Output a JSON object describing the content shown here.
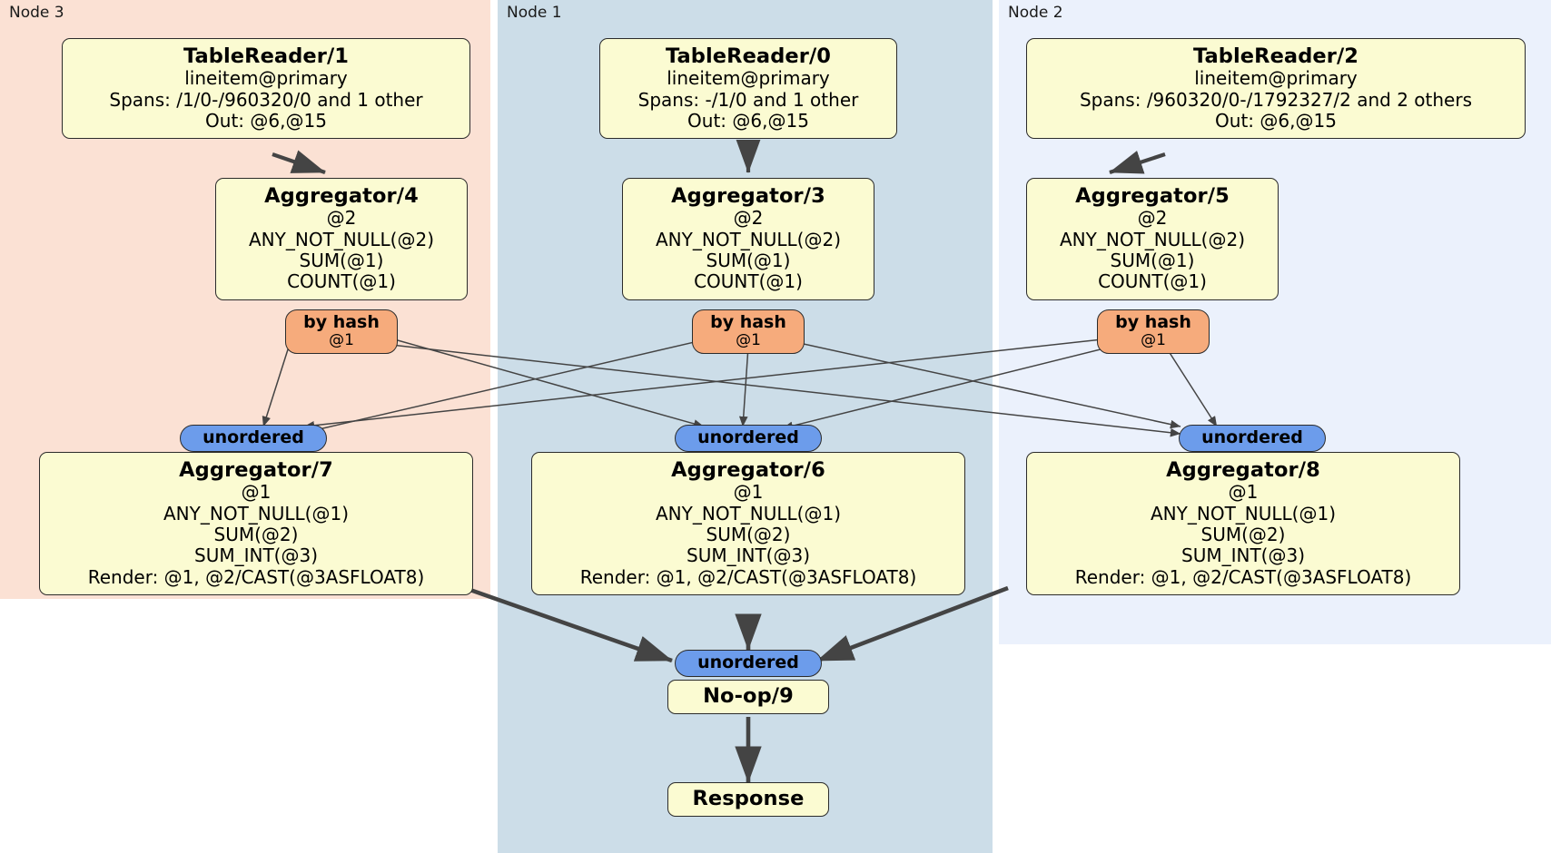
{
  "diagram": {
    "type": "distributed-query-plan",
    "title": "",
    "node_panels": [
      {
        "id": "node3",
        "label": "Node 3",
        "color": "#fbe1d4"
      },
      {
        "id": "node1",
        "label": "Node 1",
        "color": "#ccdde8"
      },
      {
        "id": "node2",
        "label": "Node 2",
        "color": "#ebf1fc"
      }
    ],
    "colors": {
      "processor_box": "#fbfbd2",
      "hash_router": "#f6ab7c",
      "unordered_synchronizer": "#6c9ceb",
      "edge": "#444444",
      "border": "#2b2b2b"
    },
    "processors": {
      "table_reader_1": {
        "title": "TableReader/1",
        "lines": [
          "lineitem@primary",
          "Spans: /1/0-/960320/0 and 1 other",
          "Out: @6,@15"
        ]
      },
      "table_reader_0": {
        "title": "TableReader/0",
        "lines": [
          "lineitem@primary",
          "Spans: -/1/0 and 1 other",
          "Out: @6,@15"
        ]
      },
      "table_reader_2": {
        "title": "TableReader/2",
        "lines": [
          "lineitem@primary",
          "Spans: /960320/0-/1792327/2 and 2 others",
          "Out: @6,@15"
        ]
      },
      "aggregator_4": {
        "title": "Aggregator/4",
        "lines": [
          "@2",
          "ANY_NOT_NULL(@2)",
          "SUM(@1)",
          "COUNT(@1)"
        ]
      },
      "aggregator_3": {
        "title": "Aggregator/3",
        "lines": [
          "@2",
          "ANY_NOT_NULL(@2)",
          "SUM(@1)",
          "COUNT(@1)"
        ]
      },
      "aggregator_5": {
        "title": "Aggregator/5",
        "lines": [
          "@2",
          "ANY_NOT_NULL(@2)",
          "SUM(@1)",
          "COUNT(@1)"
        ]
      },
      "aggregator_7": {
        "title": "Aggregator/7",
        "lines": [
          "@1",
          "ANY_NOT_NULL(@1)",
          "SUM(@2)",
          "SUM_INT(@3)",
          "Render: @1, @2/CAST(@3ASFLOAT8)"
        ]
      },
      "aggregator_6": {
        "title": "Aggregator/6",
        "lines": [
          "@1",
          "ANY_NOT_NULL(@1)",
          "SUM(@2)",
          "SUM_INT(@3)",
          "Render: @1, @2/CAST(@3ASFLOAT8)"
        ]
      },
      "aggregator_8": {
        "title": "Aggregator/8",
        "lines": [
          "@1",
          "ANY_NOT_NULL(@1)",
          "SUM(@2)",
          "SUM_INT(@3)",
          "Render: @1, @2/CAST(@3ASFLOAT8)"
        ]
      },
      "noop_9": {
        "title": "No-op/9",
        "lines": []
      },
      "response": {
        "title": "Response",
        "lines": []
      }
    },
    "routers": [
      {
        "id": "hash-4",
        "kind": "by hash",
        "label": "by hash",
        "column": "@1"
      },
      {
        "id": "hash-3",
        "kind": "by hash",
        "label": "by hash",
        "column": "@1"
      },
      {
        "id": "hash-5",
        "kind": "by hash",
        "label": "by hash",
        "column": "@1"
      }
    ],
    "synchronizers": [
      {
        "id": "sync-7",
        "label": "unordered"
      },
      {
        "id": "sync-6",
        "label": "unordered"
      },
      {
        "id": "sync-8",
        "label": "unordered"
      },
      {
        "id": "sync-final",
        "label": "unordered"
      }
    ]
  }
}
